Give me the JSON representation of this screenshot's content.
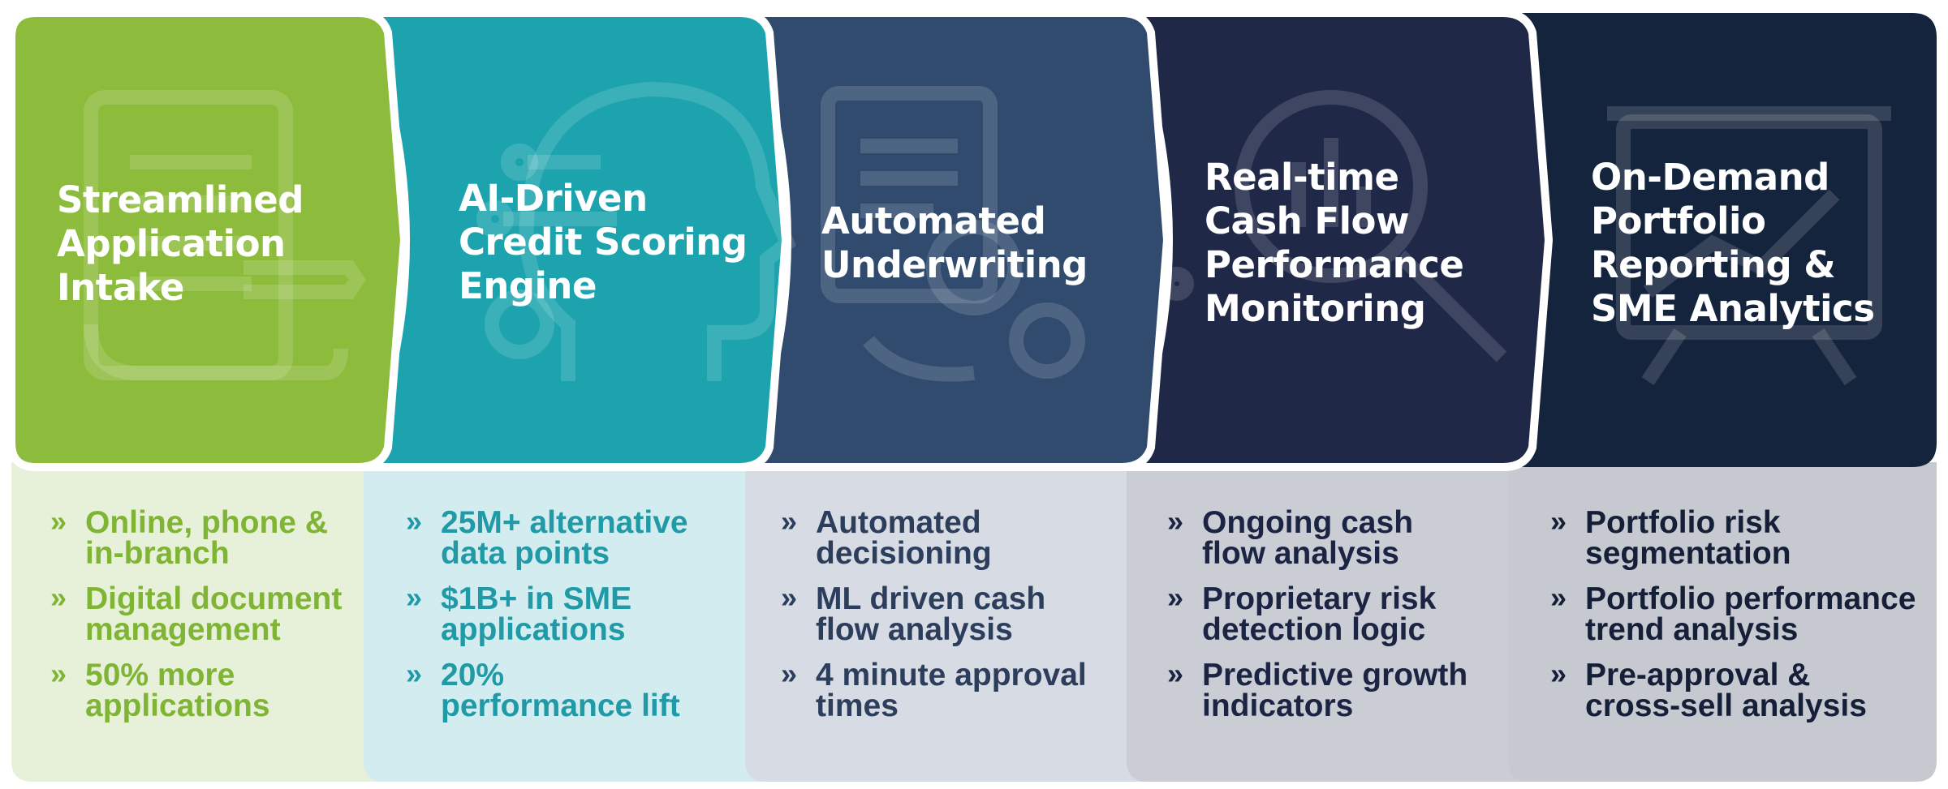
{
  "colors": {
    "step1_header": "#8dbb3b",
    "step2_header": "#1da3ae",
    "step3_header": "#304b6e",
    "step4_header": "#202848",
    "step5_header": "#15243d",
    "step1_body": "#e7f1d9",
    "step2_body": "#d3ecef",
    "step3_body": "#d7dce4",
    "step4_body": "#cbcdd5",
    "step5_body": "#c6c9d0",
    "step1_text": "#7fb434",
    "step2_text": "#1f9aa6",
    "step3_text": "#2c3e5c",
    "step4_text": "#1c2444",
    "step5_text": "#152038"
  },
  "steps": [
    {
      "icon": "application-form-icon",
      "title_lines": [
        "Streamlined",
        "Application",
        "Intake"
      ],
      "bullets": [
        [
          "Online, phone &",
          "in-branch"
        ],
        [
          "Digital document",
          "management"
        ],
        [
          "50% more",
          "applications"
        ]
      ]
    },
    {
      "icon": "ai-head-circuit-icon",
      "title_lines": [
        "AI-Driven",
        "Credit Scoring",
        "Engine"
      ],
      "bullets": [
        [
          "25M+ alternative",
          "data points"
        ],
        [
          "$1B+ in SME",
          "applications"
        ],
        [
          "20%",
          "performance lift"
        ]
      ]
    },
    {
      "icon": "document-gears-icon",
      "title_lines": [
        "Automated",
        "Underwriting"
      ],
      "bullets": [
        [
          "Automated",
          "decisioning"
        ],
        [
          "ML driven cash",
          "flow analysis"
        ],
        [
          "4 minute approval",
          "times"
        ]
      ]
    },
    {
      "icon": "magnifier-chart-icon",
      "title_lines": [
        "Real-time",
        "Cash Flow",
        "Performance",
        "Monitoring"
      ],
      "bullets": [
        [
          "Ongoing cash",
          "flow analysis"
        ],
        [
          "Proprietary risk",
          "detection logic"
        ],
        [
          "Predictive growth",
          "indicators"
        ]
      ]
    },
    {
      "icon": "presentation-board-icon",
      "title_lines": [
        "On-Demand",
        "Portfolio",
        "Reporting &",
        "SME Analytics"
      ],
      "bullets": [
        [
          "Portfolio risk",
          "segmentation"
        ],
        [
          "Portfolio performance",
          "trend analysis"
        ],
        [
          "Pre-approval &",
          "cross-sell analysis"
        ]
      ]
    }
  ]
}
